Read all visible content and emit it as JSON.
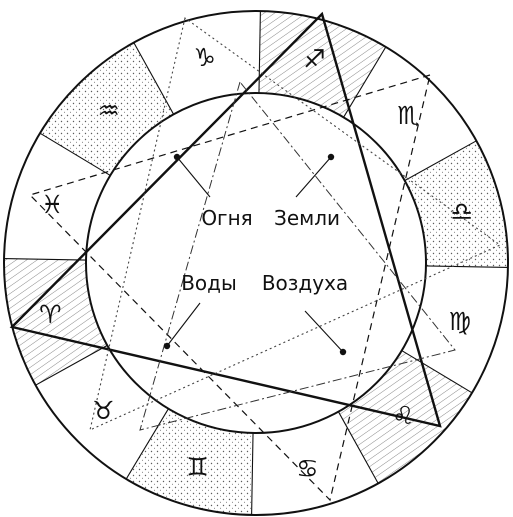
{
  "diagram": {
    "labels": {
      "fire": "Огня",
      "earth": "Земли",
      "water": "Воды",
      "air": "Воздуха"
    },
    "signs": [
      {
        "name": "capricorn",
        "glyph": "♑",
        "angle": 104,
        "shade": "none"
      },
      {
        "name": "sagittarius",
        "glyph": "♐",
        "angle": 74,
        "shade": "hatch"
      },
      {
        "name": "scorpio",
        "glyph": "♏",
        "angle": 44,
        "shade": "none"
      },
      {
        "name": "libra",
        "glyph": "♎",
        "angle": 14,
        "shade": "dots"
      },
      {
        "name": "virgo",
        "glyph": "♍",
        "angle": -16,
        "shade": "none"
      },
      {
        "name": "leo",
        "glyph": "♌",
        "angle": -46,
        "shade": "hatch"
      },
      {
        "name": "cancer",
        "glyph": "♋",
        "angle": -76,
        "shade": "none"
      },
      {
        "name": "gemini",
        "glyph": "♊",
        "angle": -106,
        "shade": "dots"
      },
      {
        "name": "taurus",
        "glyph": "♉",
        "angle": -136,
        "shade": "none"
      },
      {
        "name": "aries",
        "glyph": "♈",
        "angle": -166,
        "shade": "hatch"
      },
      {
        "name": "pisces",
        "glyph": "♓",
        "angle": 164,
        "shade": "none"
      },
      {
        "name": "aquarius",
        "glyph": "♒",
        "angle": 134,
        "shade": "dots"
      }
    ]
  }
}
